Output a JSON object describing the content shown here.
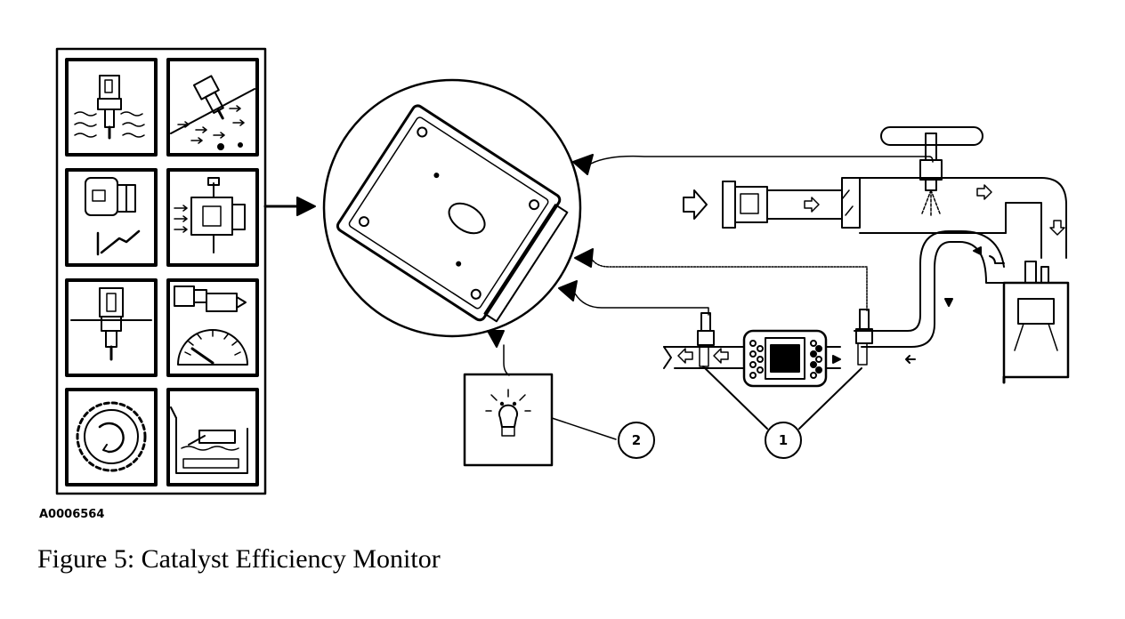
{
  "figure": {
    "image_code": "A0006564",
    "caption": "Figure 5: Catalyst Efficiency Monitor",
    "callouts": [
      "1",
      "2"
    ]
  },
  "sensor_panel": {
    "icons": [
      "coolant-temperature-sensor-icon",
      "airflow-sensor-icon",
      "throttle-position-sensor-icon",
      "fuel-injector-signal-icon",
      "temperature-sensor-icon",
      "vehicle-speed-sensor-icon",
      "crankshaft-position-wheel-icon",
      "fuel-tank-level-icon"
    ]
  }
}
